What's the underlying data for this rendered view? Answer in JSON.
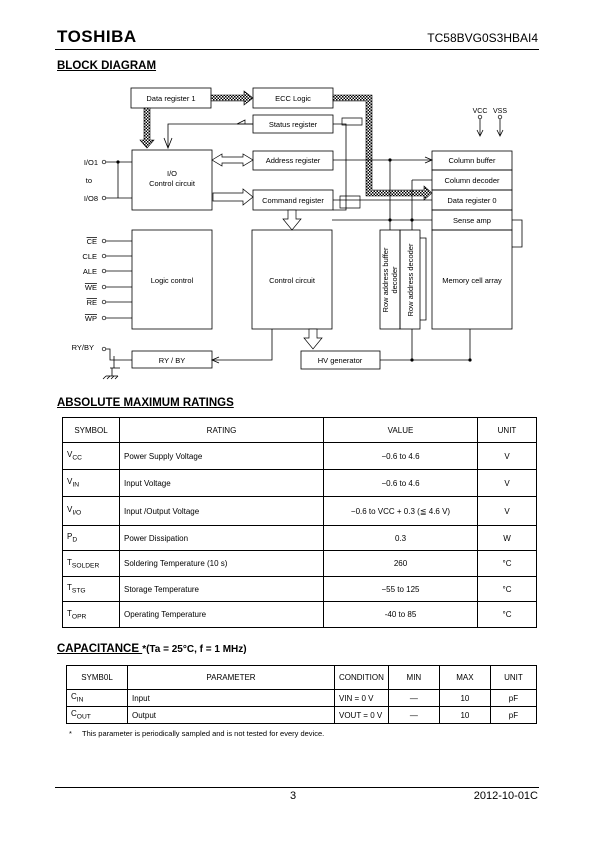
{
  "header": {
    "logo": "TOSHIBA",
    "part_number": "TC58BVG0S3HBAI4"
  },
  "block_diagram": {
    "title": "BLOCK DIAGRAM",
    "boxes": {
      "data_register_1": "Data register 1",
      "ecc_logic": "ECC Logic",
      "status_register": "Status register",
      "address_register": "Address register",
      "command_register": "Command register",
      "io_control_1": "I/O",
      "io_control_2": "Control circuit",
      "logic_control": "Logic control",
      "control_circuit": "Control circuit",
      "column_buffer": "Column buffer",
      "column_decoder": "Column decoder",
      "data_register_0": "Data register 0",
      "sense_amp": "Sense amp",
      "memory_cell_array": "Memory cell array",
      "row_address_buffer_decoder_1": "Row address buffer",
      "row_address_buffer_decoder_2": "decoder",
      "row_address_decoder": "Row address decoder",
      "ry_by": "RY / BY",
      "hv_generator": "HV generator"
    },
    "pins": {
      "io1": "I/O1",
      "to": "to",
      "io8": "I/O8",
      "ce": "CE",
      "cle": "CLE",
      "ale": "ALE",
      "we": "WE",
      "re": "RE",
      "wp": "WP",
      "ry_by_pin": "RY/BY",
      "vcc": "VCC",
      "vss": "VSS"
    }
  },
  "absolute_max": {
    "title": "ABSOLUTE MAXIMUM RATINGS",
    "headers": [
      "SYMBOL",
      "RATING",
      "VALUE",
      "UNIT"
    ],
    "rows": [
      {
        "sym": "V",
        "sub": "CC",
        "rating": "Power Supply Voltage",
        "value": "−0.6 to 4.6",
        "unit": "V"
      },
      {
        "sym": "V",
        "sub": "IN",
        "rating": "Input Voltage",
        "value": "−0.6 to 4.6",
        "unit": "V"
      },
      {
        "sym": "V",
        "sub": "I/O",
        "rating": "Input /Output Voltage",
        "value": "−0.6 to VCC + 0.3  (≦ 4.6 V)",
        "unit": "V"
      },
      {
        "sym": "P",
        "sub": "D",
        "rating": "Power Dissipation",
        "value": "0.3",
        "unit": "W"
      },
      {
        "sym": "T",
        "sub": "SOLDER",
        "rating": "Soldering Temperature (10 s)",
        "value": "260",
        "unit": "°C"
      },
      {
        "sym": "T",
        "sub": "STG",
        "rating": "Storage Temperature",
        "value": "−55 to 125",
        "unit": "°C"
      },
      {
        "sym": "T",
        "sub": "OPR",
        "rating": "Operating Temperature",
        "value": "-40 to 85",
        "unit": "°C"
      }
    ]
  },
  "capacitance": {
    "title": "CAPACITANCE",
    "condition_note": "*(Ta = 25°C, f = 1 MHz)",
    "headers": [
      "SYMB0L",
      "PARAMETER",
      "CONDITION",
      "MIN",
      "MAX",
      "UNIT"
    ],
    "rows": [
      {
        "sym": "C",
        "sub": "IN",
        "param": "Input",
        "cond": "VIN = 0 V",
        "min": "—",
        "max": "10",
        "unit": "pF"
      },
      {
        "sym": "C",
        "sub": "OUT",
        "param": "Output",
        "cond": "VOUT = 0 V",
        "min": "—",
        "max": "10",
        "unit": "pF"
      }
    ],
    "footnote_mark": "*",
    "footnote": "This parameter is periodically sampled and is not tested for every device."
  },
  "footer": {
    "page": "3",
    "date": "2012-10-01C"
  }
}
